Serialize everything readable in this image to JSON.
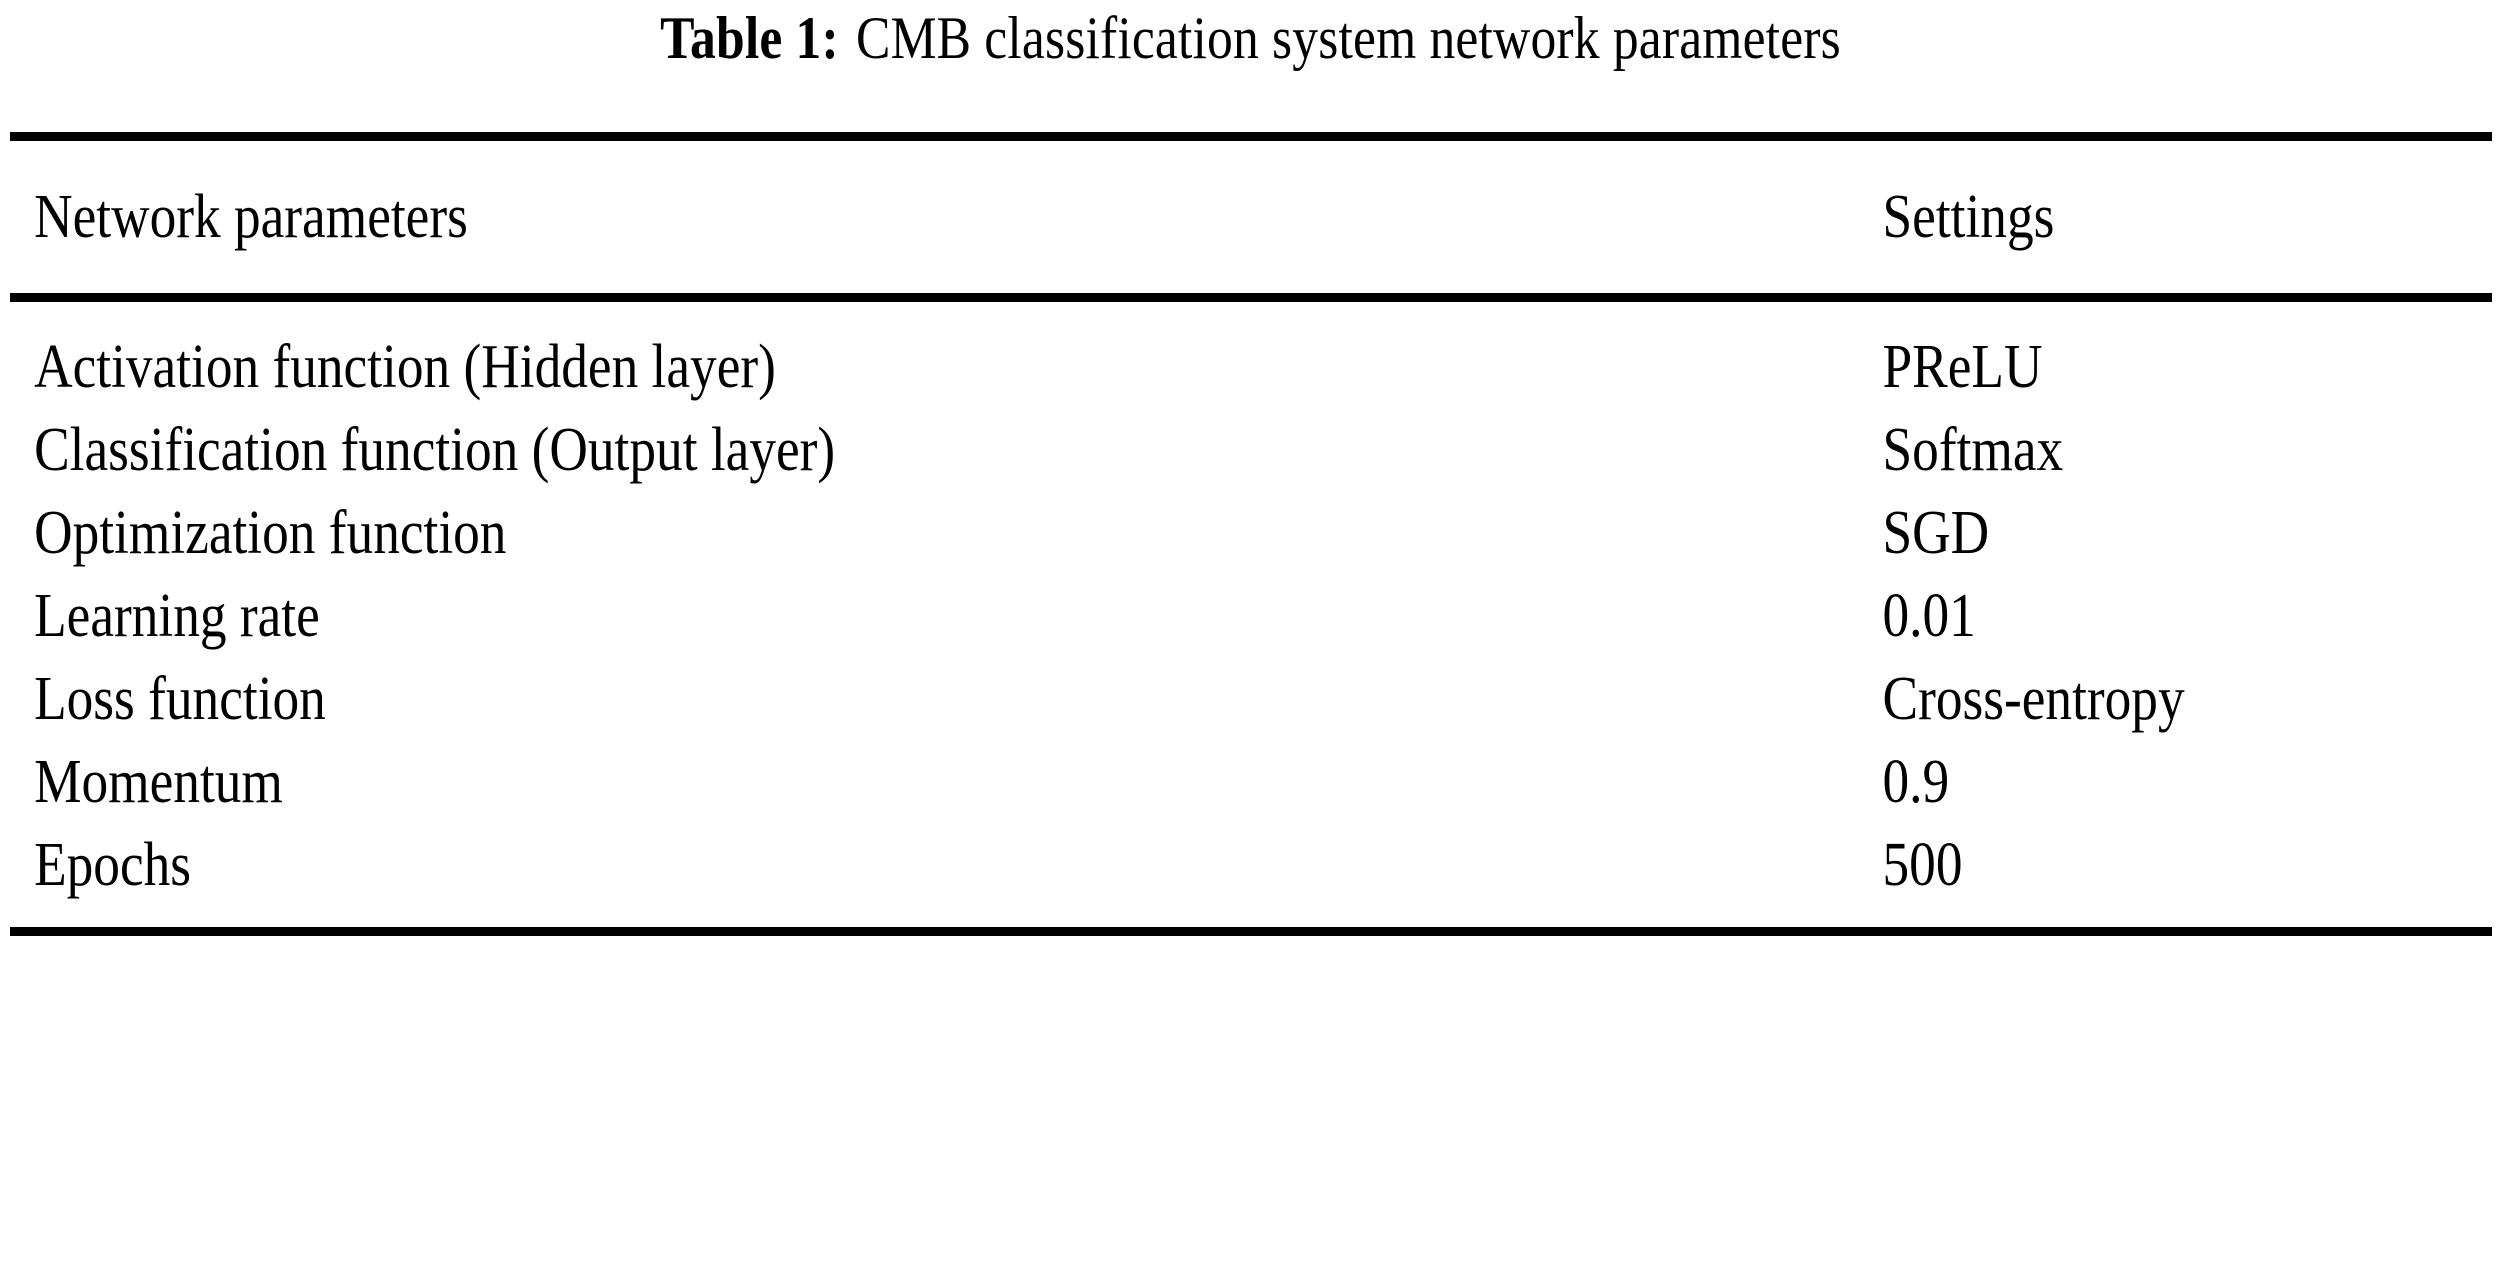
{
  "caption": {
    "label": "Table 1:",
    "text": "CMB classification system network parameters"
  },
  "table": {
    "columns": [
      {
        "key": "parameter",
        "header": "Network parameters"
      },
      {
        "key": "setting",
        "header": "Settings"
      }
    ],
    "rows": [
      {
        "parameter": "Activation function (Hidden layer)",
        "setting": "PReLU"
      },
      {
        "parameter": "Classification function (Output layer)",
        "setting": "Softmax"
      },
      {
        "parameter": "Optimization function",
        "setting": "SGD"
      },
      {
        "parameter": "Learning rate",
        "setting": "0.01"
      },
      {
        "parameter": "Loss function",
        "setting": "Cross-entropy"
      },
      {
        "parameter": "Momentum",
        "setting": "0.9"
      },
      {
        "parameter": "Epochs",
        "setting": "500"
      }
    ]
  },
  "style": {
    "text_color": "#000000",
    "background_color": "#ffffff",
    "rule_color": "#000000"
  }
}
